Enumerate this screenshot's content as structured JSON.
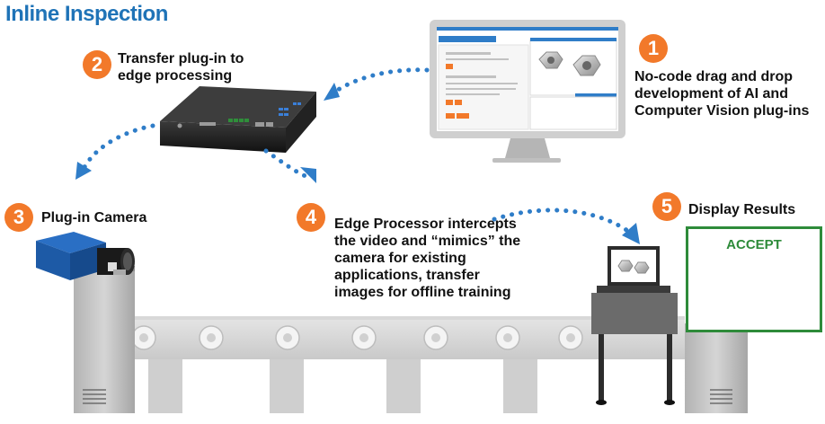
{
  "title": "Inline Inspection",
  "steps": [
    {
      "num": "1",
      "label": "No-code drag and drop development of AI and Computer Vision plug-ins"
    },
    {
      "num": "2",
      "label": "Transfer plug-in to edge processing"
    },
    {
      "num": "3",
      "label": "Plug-in Camera"
    },
    {
      "num": "4",
      "label": "Edge Processor intercepts the video and “mimics” the camera for existing applications, transfer images for offline training"
    },
    {
      "num": "5",
      "label": "Display Results"
    }
  ],
  "result": {
    "text": "ACCEPT"
  },
  "colors": {
    "title": "#1f73b7",
    "badge": "#f2792a",
    "accept": "#2e8b3a",
    "arrow": "#2f7dc8"
  }
}
